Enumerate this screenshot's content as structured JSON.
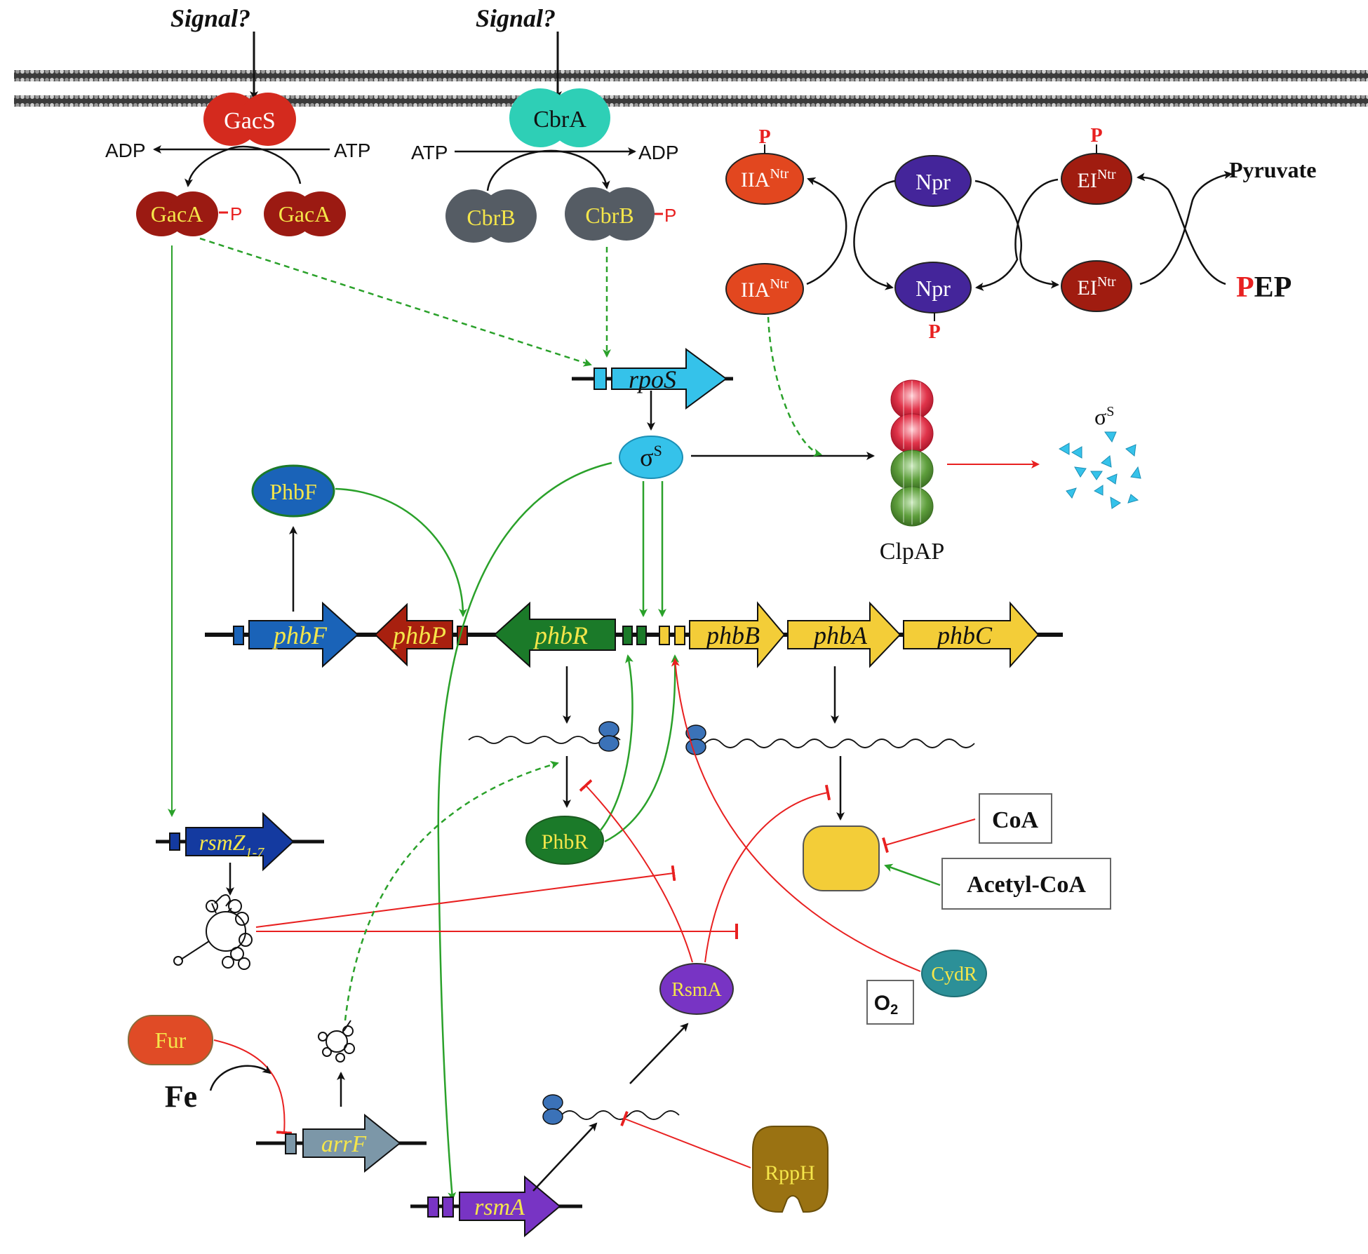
{
  "signals": {
    "left": "Signal?",
    "right": "Signal?"
  },
  "kinases": {
    "gacs": "GacS",
    "cbra": "CbrA"
  },
  "nucleotides": {
    "adp": "ADP",
    "atp": "ATP"
  },
  "regulators": {
    "gaca": "GacA",
    "cbrb": "CbrB",
    "phosphate": "P"
  },
  "pts": {
    "iia": "IIA",
    "iia_sup": "Ntr",
    "npr": "Npr",
    "ei": "EI",
    "ei_sup": "Ntr",
    "pyruvate": "Pyruvate",
    "pep_p": "P",
    "pep_rest": "EP"
  },
  "genes": {
    "rpos": "rpoS",
    "phbf": "phbF",
    "phbp": "phbP",
    "phbr": "phbR",
    "phbb": "phbB",
    "phba": "phbA",
    "phbc": "phbC",
    "rsmz": "rsmZ",
    "rsmz_sub": "1-7",
    "arrf": "arrF",
    "rsma": "rsmA"
  },
  "proteins": {
    "sigma": "σ",
    "sigma_sup": "S",
    "clpap": "ClpAP",
    "phbf": "PhbF",
    "phbr": "PhbR",
    "rsma": "RsmA",
    "fur": "Fur",
    "cydr": "CydR",
    "rpph": "RppH"
  },
  "metabolites": {
    "coa": "CoA",
    "acetyl_coa": "Acetyl-CoA",
    "o2": "O",
    "o2_sub": "2",
    "fe": "Fe"
  },
  "colors": {
    "gacs": "#d42a1e",
    "gaca": "#9b1a12",
    "cbra": "#2ecfb6",
    "cbrb": "#555c64",
    "iia": "#e2471f",
    "npr": "#44259a",
    "ei": "#a01c10",
    "rpos": "#35c2ea",
    "phbf": "#1a63b8",
    "phbp": "#a8200f",
    "phbr": "#1b7a29",
    "phbabc": "#f3cd38",
    "rsmz": "#143aa0",
    "arrf": "#7c97a8",
    "rsma": "#7834c4",
    "fur": "#e04b26",
    "cydr": "#2c9098",
    "rpph": "#9a7212",
    "activation": "#2aa12a",
    "inhibition": "#e82020",
    "label_yellow": "#f5e64a"
  }
}
